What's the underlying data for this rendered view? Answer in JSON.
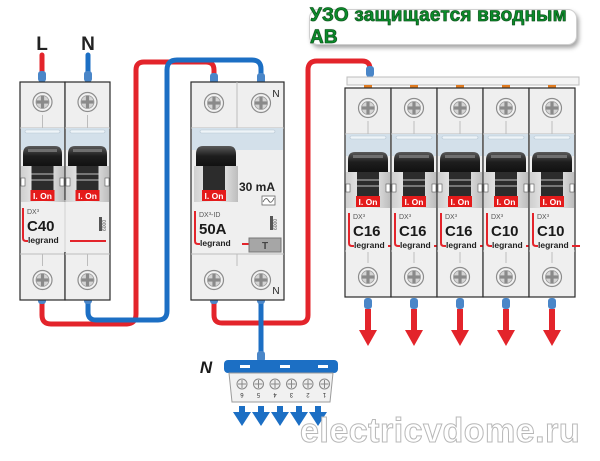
{
  "banner": {
    "text": "УЗО защищается вводным АВ"
  },
  "input_labels": {
    "line": "L",
    "neutral": "N"
  },
  "main_breaker": {
    "series": "DX³",
    "rating": "C40",
    "brand": "legrand",
    "handle_label": "I. On",
    "side_marking": "6000",
    "poles": 2
  },
  "rcd": {
    "series": "DX³-ID",
    "rating": "50A",
    "sensitivity": "30 mA",
    "brand": "legrand",
    "handle_label": "I. On",
    "side_marking": "6000",
    "test_button": "T",
    "neutral_mark_top": "N",
    "neutral_mark_bottom": "N"
  },
  "group_breakers": [
    {
      "series": "DX³",
      "rating": "C16",
      "brand": "legrand",
      "handle_label": "I. On"
    },
    {
      "series": "DX³",
      "rating": "C16",
      "brand": "legrand",
      "handle_label": "I. On"
    },
    {
      "series": "DX³",
      "rating": "C16",
      "brand": "legrand",
      "handle_label": "I. On"
    },
    {
      "series": "DX³",
      "rating": "C10",
      "brand": "legrand",
      "handle_label": "I. On"
    },
    {
      "series": "DX³",
      "rating": "C10",
      "brand": "legrand",
      "handle_label": "I. On"
    }
  ],
  "neutral_bus": {
    "label": "N",
    "terminals": [
      "6",
      "5",
      "4",
      "3",
      "2",
      "1"
    ],
    "outputs": 5
  },
  "colors": {
    "phase_wire": "#e3242b",
    "neutral_wire": "#1c6fc4",
    "wire_tip": "#4a86c8",
    "banner_text": "#0a8c2a",
    "handle_label_bg": "#e41b1b",
    "comb_tab": "#e07b20"
  },
  "watermark": {
    "text": "electricvdome.ru"
  }
}
